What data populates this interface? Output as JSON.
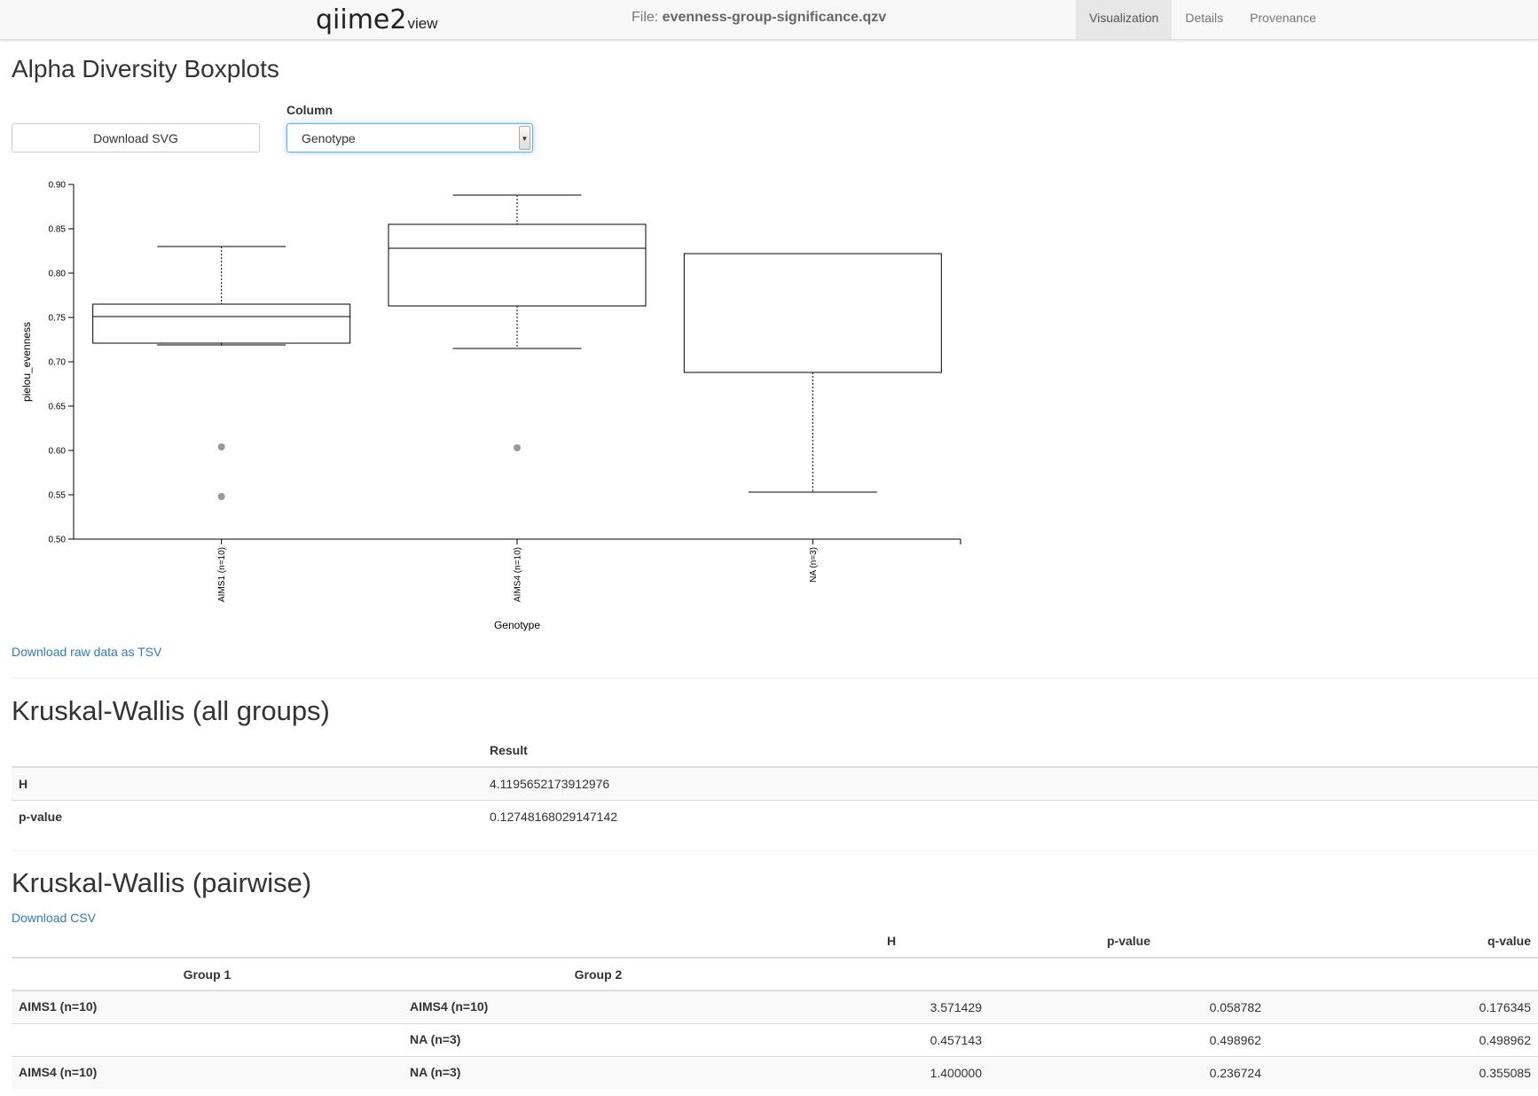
{
  "navbar": {
    "brand": {
      "q": "qiime2",
      "suffix": "view"
    },
    "file_prefix": "File: ",
    "file_name": "evenness-group-significance.qzv",
    "tabs": [
      "Visualization",
      "Details",
      "Provenance"
    ]
  },
  "alpha": {
    "title": "Alpha Diversity Boxplots",
    "download_svg": "Download SVG",
    "column_label": "Column",
    "column_value": "Genotype",
    "download_tsv": "Download raw data as TSV"
  },
  "chart_data": {
    "type": "boxplot",
    "xlabel": "Genotype",
    "ylabel": "pielou_evenness",
    "ylim": [
      0.5,
      0.9
    ],
    "yticks": [
      "0.50",
      "0.55",
      "0.60",
      "0.65",
      "0.70",
      "0.75",
      "0.80",
      "0.85",
      "0.90"
    ],
    "categories": [
      "AIMS1 (n=10)",
      "AIMS4 (n=10)",
      "NA (n=3)"
    ],
    "boxes": [
      {
        "min": 0.719,
        "q1": 0.721,
        "median": 0.751,
        "q3": 0.765,
        "max": 0.83,
        "outliers": [
          0.604,
          0.548
        ]
      },
      {
        "min": 0.715,
        "q1": 0.763,
        "median": 0.828,
        "q3": 0.855,
        "max": 0.888,
        "outliers": [
          0.603
        ]
      },
      {
        "min": 0.553,
        "q1": 0.688,
        "median": 0.822,
        "q3": 0.822,
        "max": 0.822,
        "outliers": []
      }
    ],
    "grid": false,
    "legend": "none"
  },
  "kw_all": {
    "title": "Kruskal-Wallis (all groups)",
    "header": "Result",
    "rows": [
      {
        "label": "H",
        "value": "4.1195652173912976"
      },
      {
        "label": "p-value",
        "value": "0.12748168029147142"
      }
    ]
  },
  "kw_pair": {
    "title": "Kruskal-Wallis (pairwise)",
    "download_csv": "Download CSV",
    "col_h": "H",
    "col_p": "p-value",
    "col_q": "q-value",
    "col_g1": "Group 1",
    "col_g2": "Group 2",
    "rows": [
      {
        "g1": "AIMS1 (n=10)",
        "g2": "AIMS4 (n=10)",
        "h": "3.571429",
        "p": "0.058782",
        "q": "0.176345"
      },
      {
        "g1": "",
        "g2": "NA (n=3)",
        "h": "0.457143",
        "p": "0.498962",
        "q": "0.498962"
      },
      {
        "g1": "AIMS4 (n=10)",
        "g2": "NA (n=3)",
        "h": "1.400000",
        "p": "0.236724",
        "q": "0.355085"
      }
    ]
  }
}
